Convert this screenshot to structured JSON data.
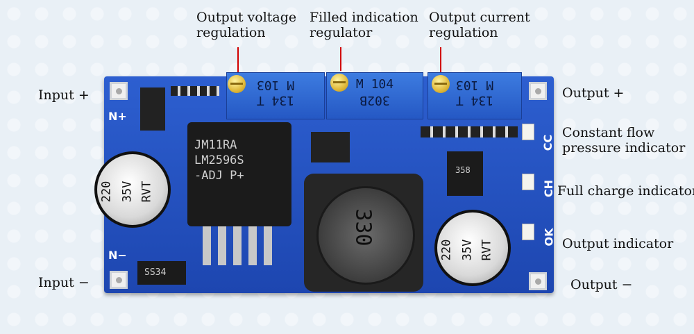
{
  "labels": {
    "output_voltage_regulation": [
      "Output voltage",
      "regulation"
    ],
    "filled_indication_regulator": [
      "Filled indication",
      "regulator"
    ],
    "output_current_regulation": [
      "Output current",
      "regulation"
    ],
    "input_plus": "Input +",
    "input_minus": "Input −",
    "output_plus": "Output +",
    "output_minus": "Output −",
    "constant_flow_pressure_indicator": [
      "Constant flow",
      "pressure indicator"
    ],
    "full_charge_indicator": "Full charge indicator",
    "output_indicator": "Output indicator"
  },
  "board": {
    "silk_n_plus": "N+",
    "silk_n_minus": "N−",
    "silk_cc": "CC",
    "silk_ch": "CH",
    "silk_ok": "OK",
    "pot_left": [
      "M 103",
      "134 T"
    ],
    "pot_middle": [
      "M 104",
      "302B"
    ],
    "pot_right": [
      "M 103",
      "134 T"
    ],
    "regulator_ic": [
      "JM11RA",
      "LM2596S",
      "-ADJ P+"
    ],
    "cap_left": [
      "220",
      "35V",
      "RVT"
    ],
    "cap_right": [
      "220",
      "35V",
      "RVT"
    ],
    "inductor": "330",
    "diode": "SS34",
    "opamp": "358"
  },
  "colors": {
    "pcb": "#2d5fd0",
    "pointer_line": "#d10000"
  }
}
